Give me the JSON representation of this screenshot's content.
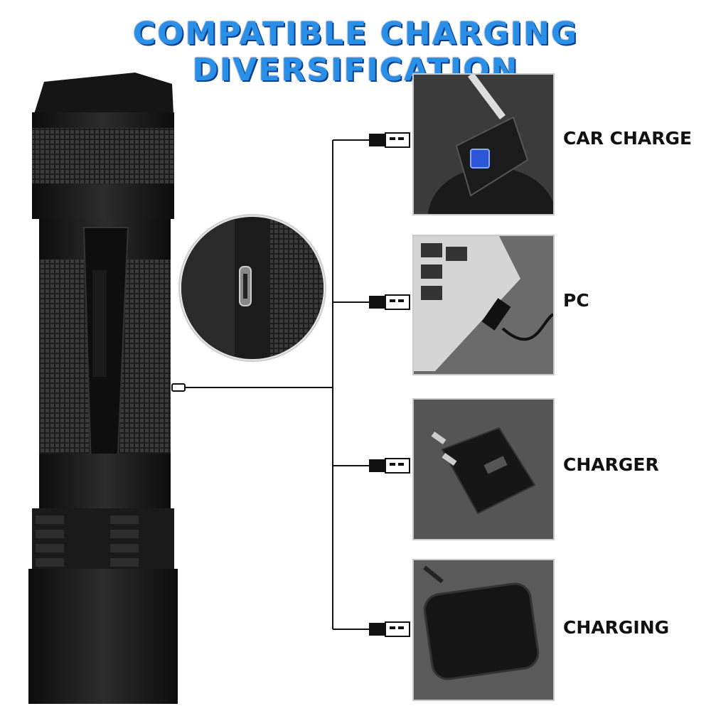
{
  "title": "COMPATIBLE CHARGING DIVERSIFICATION",
  "options": [
    {
      "label": "CAR CHARGE",
      "icon": "car-charger-icon"
    },
    {
      "label": "PC",
      "icon": "laptop-icon"
    },
    {
      "label": "CHARGER",
      "icon": "wall-adapter-icon"
    },
    {
      "label": "CHARGING",
      "icon": "power-bank-icon"
    }
  ],
  "colors": {
    "title": "#2a8fe6",
    "title_shadow": "#0d3f8f",
    "text": "#111111",
    "line": "#111111"
  }
}
